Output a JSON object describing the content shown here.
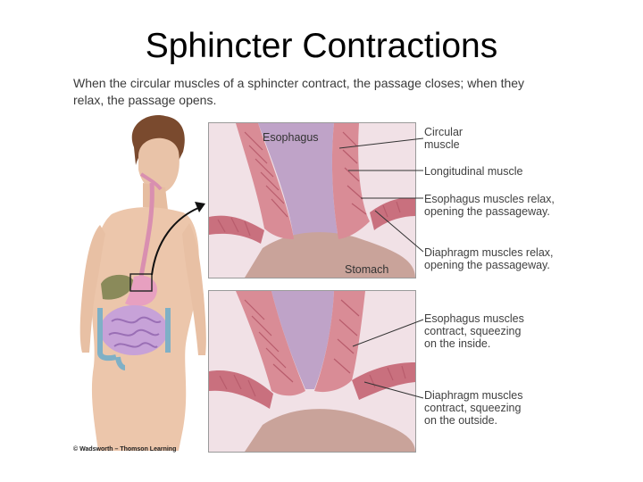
{
  "title": "Sphincter Contractions",
  "caption_line1": "When the circular muscles of a sphincter contract, the passage closes; when they",
  "caption_line2": "relax, the passage opens.",
  "top_panel": {
    "esophagus_label": "Esophagus",
    "stomach_label": "Stomach"
  },
  "labels": {
    "circular_1": "Circular",
    "circular_2": "muscle",
    "longitudinal": "Longitudinal muscle",
    "eso_relax_1": "Esophagus muscles relax,",
    "eso_relax_2": "opening the passageway.",
    "dia_relax_1": "Diaphragm muscles relax,",
    "dia_relax_2": "opening the passageway.",
    "eso_contract_1": "Esophagus muscles",
    "eso_contract_2": "contract, squeezing",
    "eso_contract_3": "on the inside.",
    "dia_contract_1": "Diaphragm muscles",
    "dia_contract_2": "contract, squeezing",
    "dia_contract_3": "on the outside."
  },
  "credit": "© Wadsworth – Thomson Learning"
}
